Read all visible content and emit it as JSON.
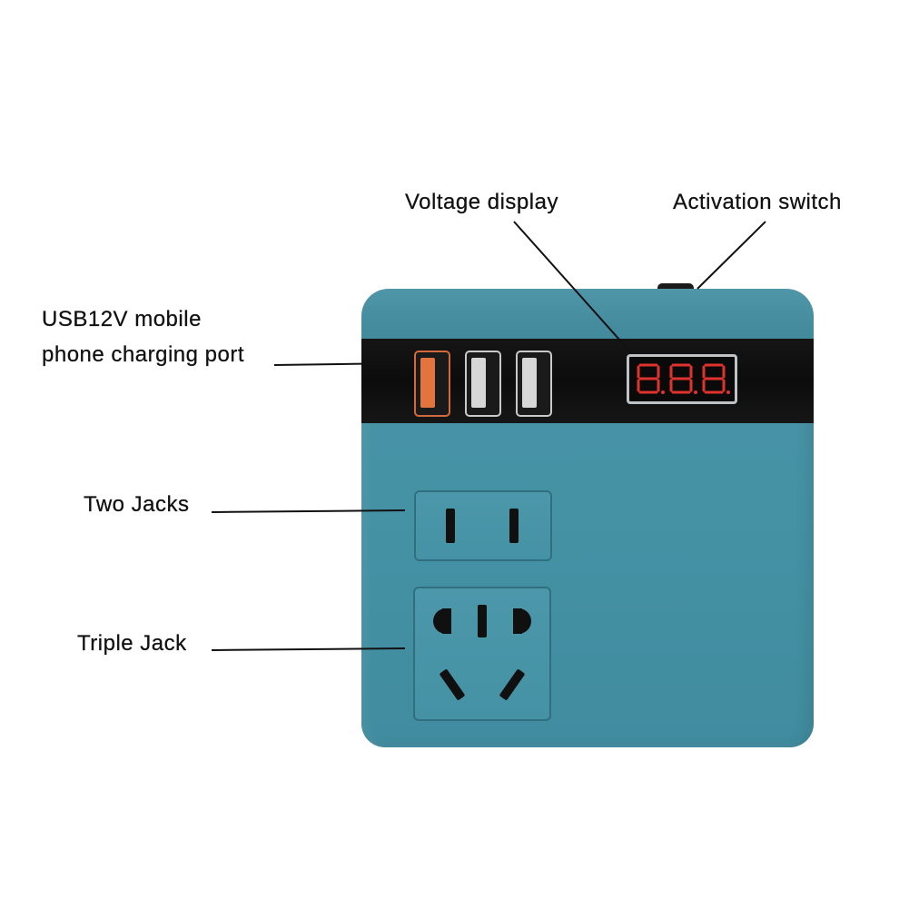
{
  "labels": {
    "voltage_display": "Voltage display",
    "activation_switch": "Activation switch",
    "usb_port_line1": "USB12V mobile",
    "usb_port_line2": "phone charging port",
    "two_jacks": "Two Jacks",
    "triple_jack": "Triple Jack"
  },
  "display": {
    "readout": "8.8.8."
  },
  "colors": {
    "body": "#4592a5",
    "band": "#0f0f0f",
    "usb_accent": "#d36a3c",
    "display_digits": "#e0332d"
  }
}
